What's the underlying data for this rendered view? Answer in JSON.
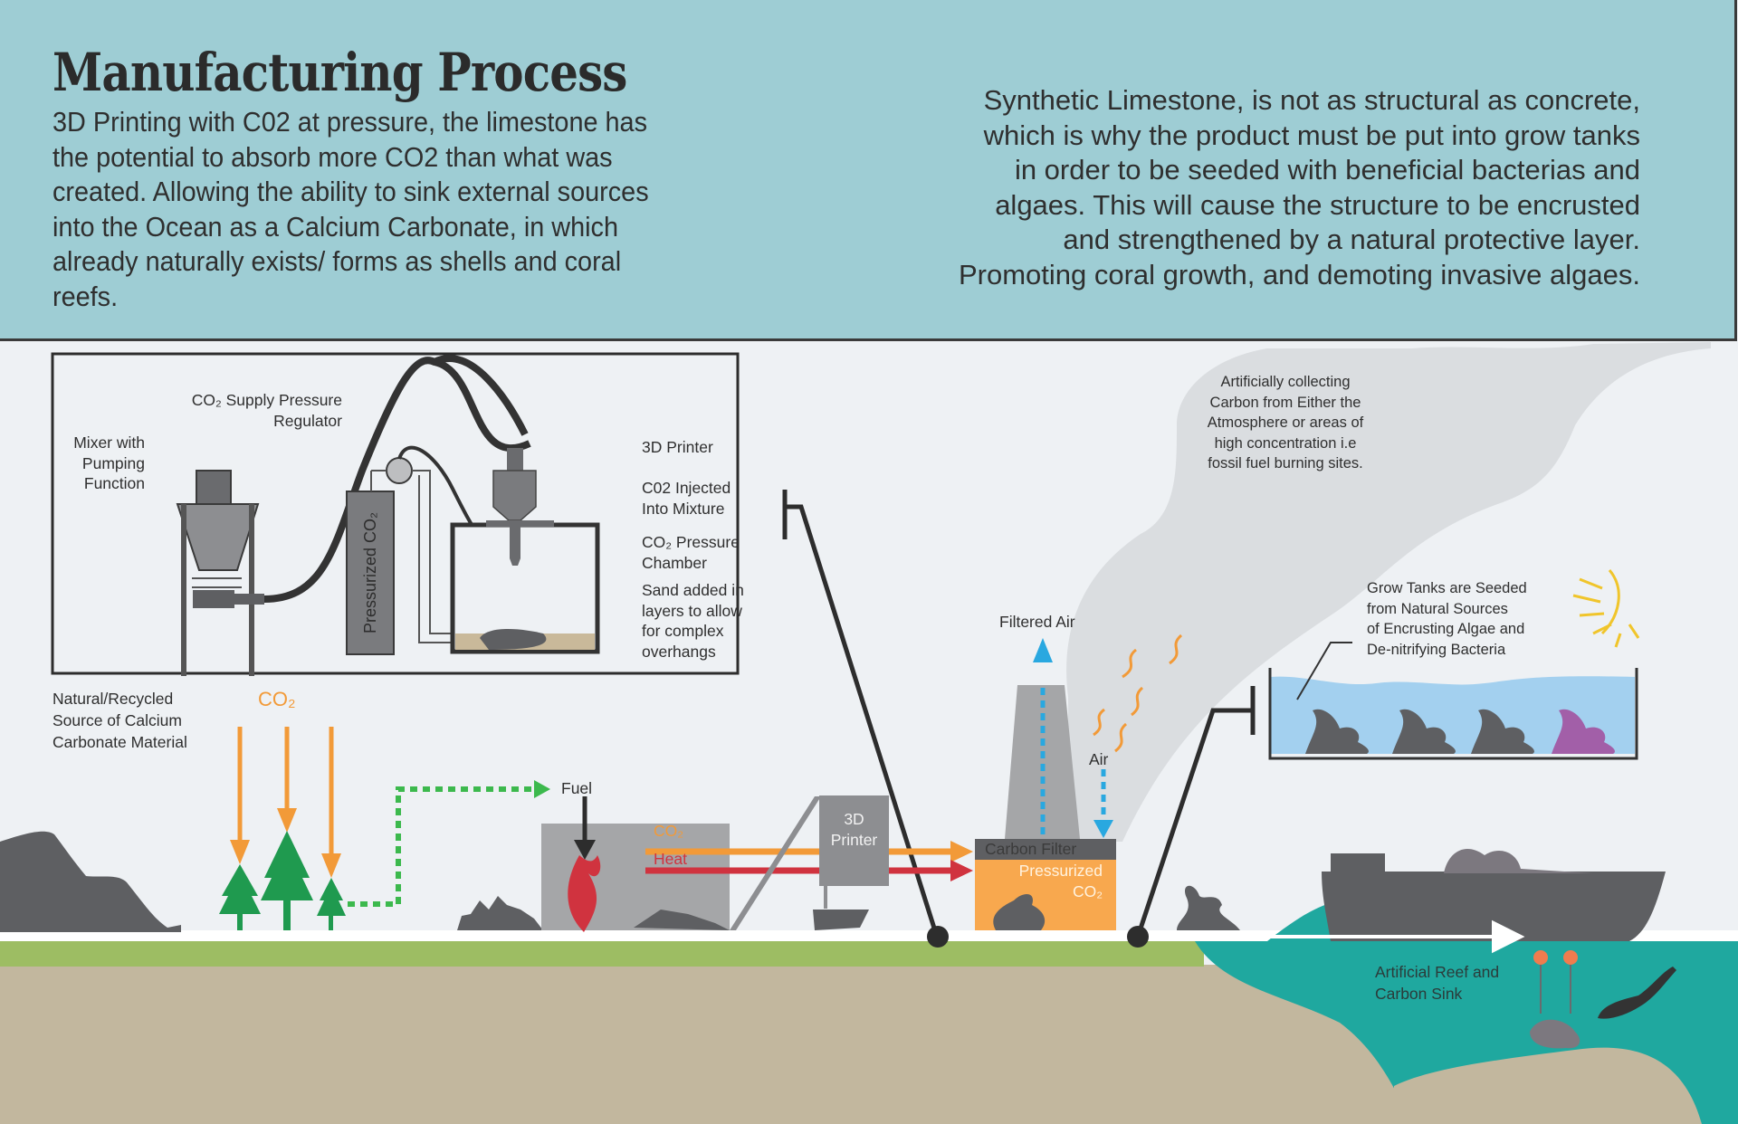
{
  "header": {
    "title": "Manufacturing Process",
    "intro_left": "3D Printing with C02 at pressure, the limestone has the potential to absorb more CO2 than what was created. Allowing the ability to sink external sources into the Ocean as a Calcium Carbonate, in which already naturally exists/ forms as shells and coral reefs.",
    "intro_right_lines": [
      "Synthetic Limestone, is not as structural as concrete,",
      "which is why the product must be put into grow tanks",
      "in order to be seeded with beneficial bacterias and",
      "algaes. This will cause the structure to be encrusted",
      "and strengthened by a natural protective layer.",
      "Promoting coral growth, and demoting invasive algaes."
    ]
  },
  "detail_panel": {
    "mixer": [
      "Mixer with",
      "Pumping",
      "Function"
    ],
    "regulator": [
      "CO₂ Supply Pressure",
      "Regulator"
    ],
    "tank": "Pressurized CO₂",
    "printer": "3D Printer",
    "injected": [
      "C02 Injected",
      "Into Mixture"
    ],
    "chamber": [
      "CO₂ Pressure",
      "Chamber"
    ],
    "sand": [
      "Sand added in",
      "layers to allow",
      "for complex",
      "overhangs"
    ]
  },
  "scene": {
    "source_label": [
      "Natural/Recycled",
      "Source of Calcium",
      "Carbonate Material"
    ],
    "co2_label": "CO₂",
    "fuel_label": "Fuel",
    "kiln_co2": "CO₂",
    "kiln_heat": "Heat",
    "printer_label": [
      "3D",
      "Printer"
    ],
    "filtered_air": "Filtered Air",
    "air": "Air",
    "carbon_filter": "Carbon Filter",
    "pressurized": [
      "Pressurized",
      "CO₂"
    ],
    "collecting": [
      "Artificially collecting",
      "Carbon from Either the",
      "Atmosphere or areas of",
      "high concentration i.e",
      "fossil fuel burning sites."
    ],
    "grow_tanks": [
      "Grow Tanks are Seeded",
      "from Natural Sources",
      "of Encrusting Algae and",
      "De-nitrifying Bacteria"
    ],
    "reef": [
      "Artificial Reef and",
      "Carbon Sink"
    ]
  },
  "colors": {
    "header_bg": "#9ecdd4",
    "orange": "#f29a38",
    "red": "#d0333f",
    "green": "#1f9a4f",
    "dotted_green": "#3cb94d",
    "blue": "#29a8e0",
    "grass": "#9dbd63",
    "soil": "#c2b79e",
    "sea": "#1fa89f",
    "dark": "#5e5f62"
  }
}
